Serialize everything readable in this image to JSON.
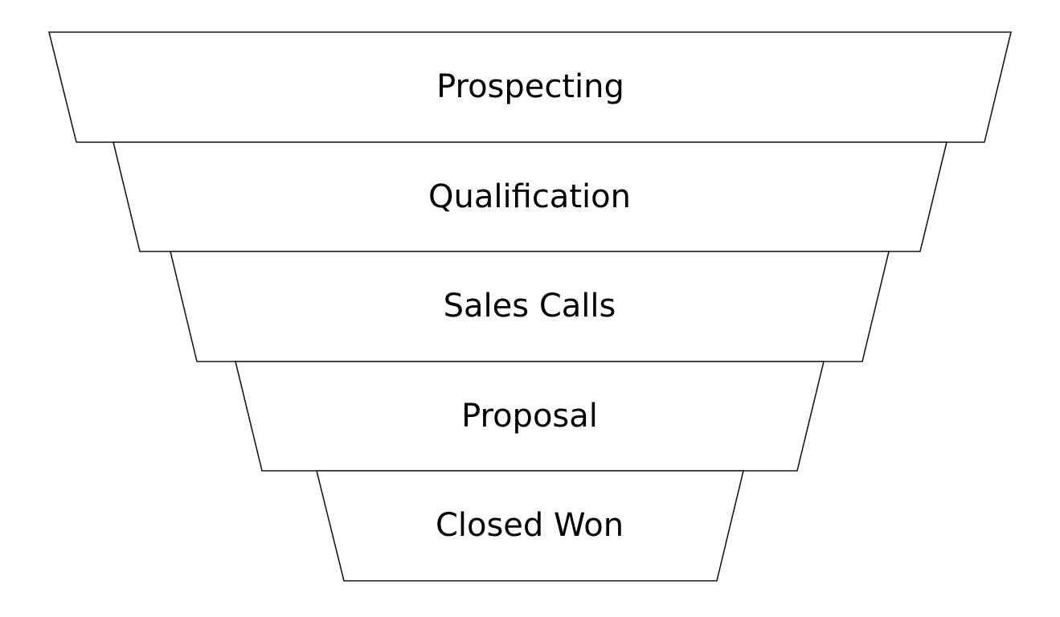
{
  "funnel": {
    "stages": [
      {
        "label": "Prospecting"
      },
      {
        "label": "Qualification"
      },
      {
        "label": "Sales Calls"
      },
      {
        "label": "Proposal"
      },
      {
        "label": "Closed Won"
      }
    ]
  },
  "colors": {
    "stage_fill": "#ffffff",
    "stage_outline": "#1a1a1a",
    "label_text": "#000000"
  }
}
